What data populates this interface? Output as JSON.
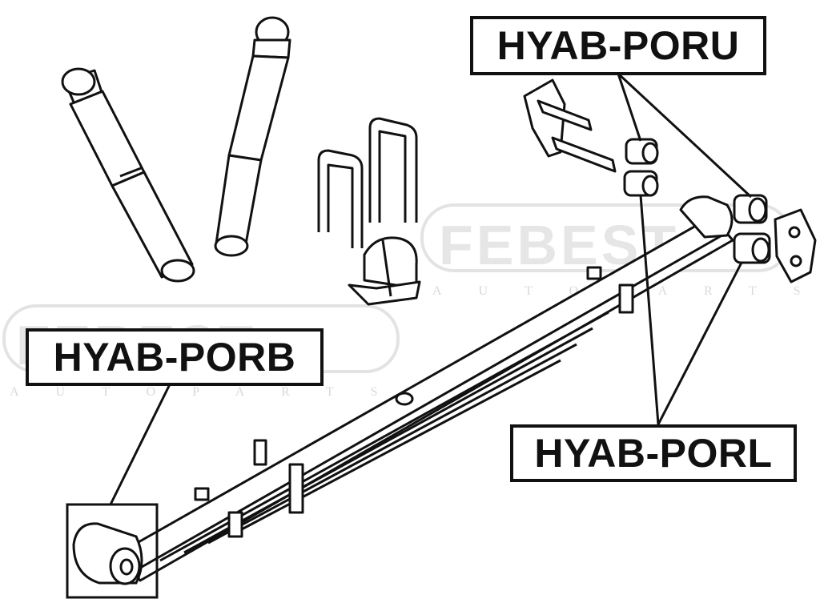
{
  "labels": {
    "poru": "HYAB-PORU",
    "porb": "HYAB-PORB",
    "porl": "HYAB-PORL"
  },
  "watermark": {
    "brand": "FEBEST",
    "sub": "AUTOPARTS"
  },
  "colors": {
    "line": "#111111",
    "watermark": "#e3e3e3",
    "background": "#ffffff"
  }
}
